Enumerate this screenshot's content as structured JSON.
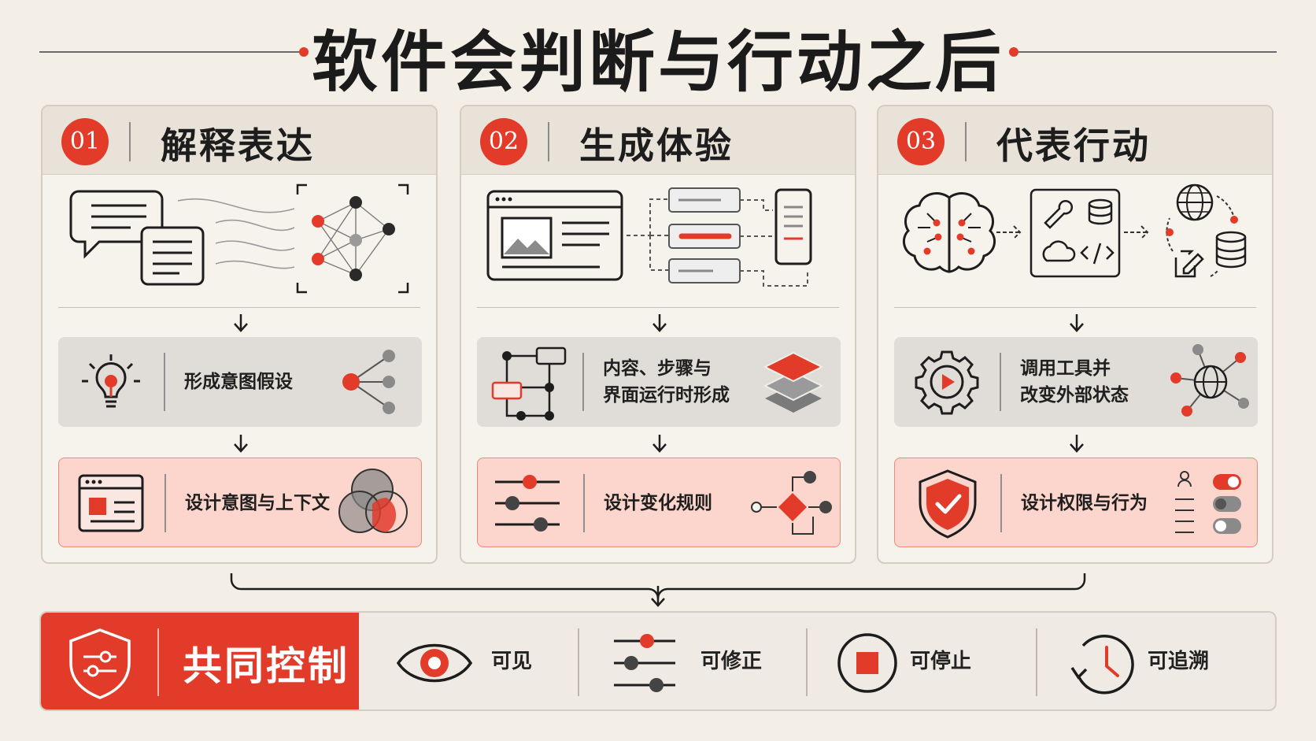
{
  "title": "软件会判断与行动之后",
  "colors": {
    "accent": "#e23b2a",
    "ink": "#1d1d1d",
    "paper": "#f3efe7",
    "pink": "#fcd5cc",
    "gray": "#e0ddd8"
  },
  "columns": [
    {
      "number": "01",
      "title": "解释表达",
      "illustration_icons": [
        "chat-bubbles-icon",
        "neural-network-icon"
      ],
      "gray_box": {
        "text": "形成意图假设",
        "icon": "lightbulb-icon",
        "side_icon": "branch-nodes-icon"
      },
      "pink_box": {
        "text": "设计意图与上下文",
        "icon": "browser-window-icon",
        "side_icon": "venn-diagram-icon"
      }
    },
    {
      "number": "02",
      "title": "生成体验",
      "illustration_icons": [
        "browser-image-icon",
        "ui-blocks-icon",
        "mobile-screen-icon"
      ],
      "gray_box": {
        "line1": "内容、步骤与",
        "line2": "界面运行时形成",
        "icon": "flowchart-icon",
        "side_icon": "layers-icon"
      },
      "pink_box": {
        "text": "设计变化规则",
        "icon": "sliders-icon",
        "side_icon": "decision-flow-icon"
      }
    },
    {
      "number": "03",
      "title": "代表行动",
      "illustration_icons": [
        "brain-icon",
        "tools-panel-icon",
        "globe-database-icon"
      ],
      "gray_box": {
        "line1": "调用工具并",
        "line2": "改变外部状态",
        "icon": "gear-play-icon",
        "side_icon": "globe-network-icon"
      },
      "pink_box": {
        "text": "设计权限与行为",
        "icon": "shield-check-icon",
        "side_icon": "permission-toggles-icon"
      }
    }
  ],
  "bottom": {
    "title": "共同控制",
    "icon": "shield-sliders-icon",
    "controls": [
      {
        "label": "可见",
        "icon": "eye-icon"
      },
      {
        "label": "可修正",
        "icon": "sliders-icon"
      },
      {
        "label": "可停止",
        "icon": "stop-icon"
      },
      {
        "label": "可追溯",
        "icon": "history-clock-icon"
      }
    ]
  }
}
